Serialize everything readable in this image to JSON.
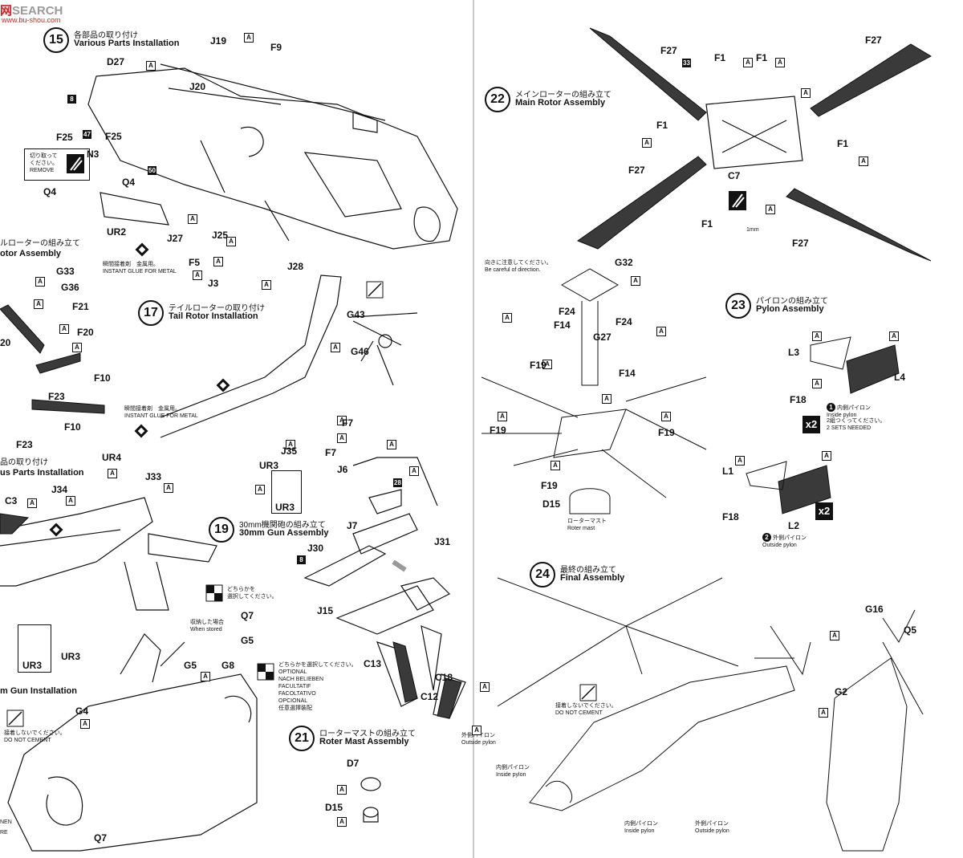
{
  "watermark": {
    "brand_prefix": "",
    "brand_red": "网",
    "brand_suffix": "SEARCH",
    "site": "www.bu-shou.com"
  },
  "steps": [
    {
      "num": "15",
      "jp": "各部品の取り付け",
      "en": "Various Parts Installation"
    },
    {
      "num": "17",
      "jp": "テイルローターの取り付け",
      "en": "Tail Rotor Installation"
    },
    {
      "num": "19",
      "jp": "30mm機関砲の組み立て",
      "en": "30mm Gun Assembly"
    },
    {
      "num": "21",
      "jp": "ローターマストの組み立て",
      "en": "Roter Mast Assembly"
    },
    {
      "num": "22",
      "jp": "メインローターの組み立て",
      "en": "Main Rotor Assembly"
    },
    {
      "num": "23",
      "jp": "パイロンの組み立て",
      "en": "Pylon Assembly"
    },
    {
      "num": "24",
      "jp": "最終の組み立て",
      "en": "Final Assembly"
    }
  ],
  "partial_headings": [
    {
      "jp": "ルローターの組み立て",
      "en": "otor Assembly"
    },
    {
      "jp": "品の取り付け",
      "en": "us Parts Installation"
    },
    {
      "en": "m Gun Installation"
    }
  ],
  "notes": {
    "remove_jp1": "切り取って",
    "remove_jp2": "ください。",
    "remove_en": "REMOVE",
    "glue_jp": "瞬間接着剤　金属用。",
    "glue_en": "INSTANT GLUE FOR METAL",
    "glue2_jp": "瞬間接着剤　金属用。",
    "glue2_en": "INSTANT GLUE FOR METAL",
    "either_jp1": "どちらかを",
    "either_jp2": "選択してください。",
    "stored_jp": "収納した場合",
    "stored_en": "When stored",
    "optional_jp": "どちらかを選択してください。",
    "optional_lines": [
      "OPTIONAL",
      "NACH BELIEBEN",
      "FACULTATIF",
      "FACOLTATIVO",
      "OPCIONAL",
      "任意選擇裝配"
    ],
    "no_cement_jp1": "接着しないでください。",
    "no_cement_en1": "DO NOT CEMENT",
    "no_cement_jp2": "接着しないでください。",
    "no_cement_en2": "DO NOT CEMENT",
    "direction_jp": "向きに注意してください。",
    "direction_en": "Be careful of direction.",
    "roter_mast_jp": "ローターマスト",
    "roter_mast_en": "Roter mast",
    "mm": "1mm",
    "inside_pylon_jp": "内側パイロン",
    "inside_pylon_en": "Inside pylon",
    "two_sets_jp": "2組つくってください。",
    "two_sets_en": "2 SETS NEEDED",
    "outside_pylon_jp": "外側パイロン",
    "outside_pylon_en": "Outside pylon",
    "final_outside_jp": "外側パイロン",
    "final_outside_en": "Outside pylon",
    "final_inside_jp": "内側パイロン",
    "final_inside_en": "Inside pylon",
    "final_inside2_jp": "内側パイロン",
    "final_inside2_en": "Inside pylon",
    "final_outside2_jp": "外側パイロン",
    "final_outside2_en": "Outside pylon",
    "sub1": "1",
    "sub2": "2",
    "edge_cut1": "NEN",
    "edge_cut2": "RE"
  },
  "counters": {
    "x2_a": "x2",
    "x2_b": "x2"
  },
  "number_tags": [
    "8",
    "47",
    "50",
    "33",
    "28",
    "8"
  ],
  "part_labels": {
    "D27": "D27",
    "J19": "J19",
    "F9": "F9",
    "J20": "J20",
    "F25a": "F25",
    "F25b": "F25",
    "N3": "N3",
    "Q4a": "Q4",
    "Q4b": "Q4",
    "UR2": "UR2",
    "J27": "J27",
    "J25": "J25",
    "F5": "F5",
    "J3": "J3",
    "J28": "J28",
    "G33": "G33",
    "G36": "G36",
    "F21": "F21",
    "F20": "F20",
    "F10a": "F10",
    "F23a": "F23",
    "F10b": "F10",
    "F23b": "F23",
    "n20": "20",
    "G43": "G43",
    "G46": "G46",
    "F7a": "F7",
    "F7b": "F7",
    "J35": "J35",
    "UR3a": "UR3",
    "UR3b": "UR3",
    "UR4": "UR4",
    "J34": "J34",
    "J33": "J33",
    "C3": "C3",
    "UR3c": "UR3",
    "UR3d": "UR3",
    "J6": "J6",
    "J7": "J7",
    "J30": "J30",
    "J15": "J15",
    "J31": "J31",
    "Q7a": "Q7",
    "G5a": "G5",
    "G5b": "G5",
    "G8": "G8",
    "G4": "G4",
    "Q7b": "Q7",
    "C13": "C13",
    "C18": "C18",
    "C12": "C12",
    "D7": "D7",
    "D15a": "D15",
    "F27a": "F27",
    "F27b": "F27",
    "F27c": "F27",
    "F27d": "F27",
    "F1a": "F1",
    "F1b": "F1",
    "F1c": "F1",
    "F1d": "F1",
    "F1e": "F1",
    "C7": "C7",
    "G32": "G32",
    "F24a": "F24",
    "F24b": "F24",
    "F14a": "F14",
    "F14b": "F14",
    "G27": "G27",
    "F19a": "F19",
    "F19b": "F19",
    "F19c": "F19",
    "F19d": "F19",
    "D15b": "D15",
    "L3": "L3",
    "L4": "L4",
    "F18a": "F18",
    "L1": "L1",
    "L2": "L2",
    "F18b": "F18",
    "G16": "G16",
    "Q5": "Q5",
    "G2": "G2"
  }
}
